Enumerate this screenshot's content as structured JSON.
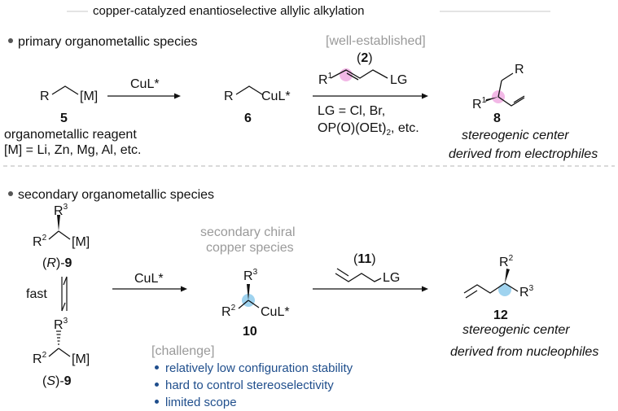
{
  "title": "copper-catalyzed enantioselective allylic alkylation",
  "section1": {
    "heading": "primary organometallic species",
    "reagent_R": "R",
    "reagent_M": "[M]",
    "reagent_number": "5",
    "reagent_label": "organometallic reagent",
    "reagent_metals": "[M] = Li, Zn, Mg, Al, etc.",
    "catalyst": "CuL*",
    "cu_R": "R",
    "cu_label": "CuL*",
    "cu_number": "6",
    "note": "[well-established]",
    "electrophile_number": "2",
    "electrophile_R": "R",
    "electrophile_R_sup": "1",
    "electrophile_LG": "LG",
    "lg_line1": "LG = Cl, Br,",
    "lg_line2a": "OP(O)(OEt)",
    "lg_line2_sub": "2",
    "lg_line2b": ", etc.",
    "product_R": "R",
    "product_R1": "R",
    "product_R1_sup": "1",
    "product_number": "8",
    "caption_line1": "stereogenic center",
    "caption_line2": "derived from electrophiles"
  },
  "section2": {
    "heading": "secondary organometallic species",
    "r_R3": "R",
    "r_R3_sup": "3",
    "r_R2": "R",
    "r_R2_sup": "2",
    "r_M": "[M]",
    "r_label_pre": "(",
    "r_label_stereo": "R",
    "r_label_mid": ")-",
    "r_label_num": "9",
    "equilibrium": "fast",
    "s_R3": "R",
    "s_R3_sup": "3",
    "s_R2": "R",
    "s_R2_sup": "2",
    "s_M": "[M]",
    "s_label_pre": "(",
    "s_label_stereo": "S",
    "s_label_mid": ")-",
    "s_label_num": "9",
    "catalyst": "CuL*",
    "cu_note_line1": "secondary chiral",
    "cu_note_line2": "copper species",
    "cu_R3": "R",
    "cu_R3_sup": "3",
    "cu_R2": "R",
    "cu_R2_sup": "2",
    "cu_label": "CuL*",
    "cu_number": "10",
    "allyl_number": "11",
    "allyl_LG": "LG",
    "product_R2": "R",
    "product_R2_sup": "2",
    "product_R3": "R",
    "product_R3_sup": "3",
    "product_number": "12",
    "caption_line1": "stereogenic center",
    "caption_line2": "derived from nucleophiles",
    "challenge_title": "[challenge]",
    "challenges": [
      "relatively low configuration stability",
      "hard to control stereoselectivity",
      "limited scope"
    ]
  },
  "colors": {
    "highlight_pink": "#f2b8e6",
    "highlight_blue": "#9fd3ef",
    "challenge_blue": "#1f4e8c",
    "note_gray": "#9a9a9a"
  }
}
